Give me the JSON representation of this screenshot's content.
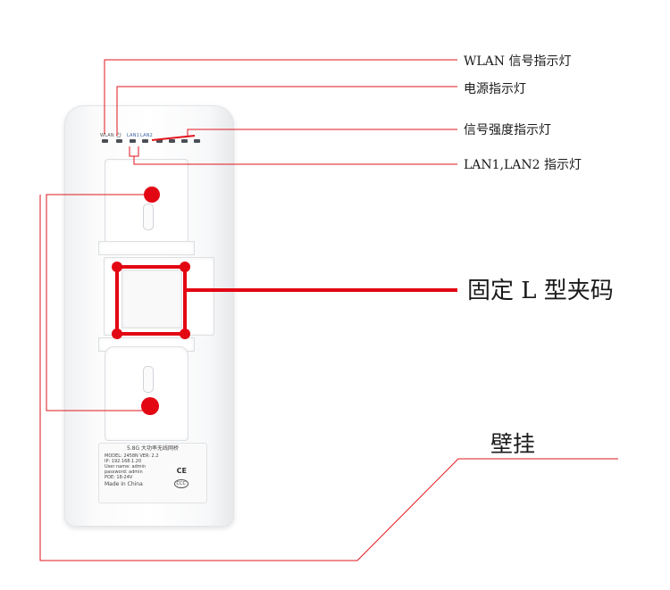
{
  "callouts": {
    "wlan_led": "WLAN 信号指示灯",
    "power_led": "电源指示灯",
    "signal_led": "信号强度指示灯",
    "lan_led": "LAN1,LAN2 指示灯",
    "l_clamp": "固定 L 型夹码",
    "wall_mount": "壁挂"
  },
  "device": {
    "led_labels": [
      "WLAN",
      "⏻",
      "LAN1",
      "LAN2"
    ],
    "plate": {
      "title": "5.8G 大功率无线网桥",
      "lines": [
        "MODEL: 2458N  VER: 2.2",
        "IP: 192.168.1.20",
        "User name: admin",
        "password: admin",
        "POE: 18-24V"
      ],
      "made_in": "Made in China",
      "marks": [
        "CE",
        "CCC"
      ]
    }
  },
  "colors": {
    "line": "#e2141c",
    "dot": "#e30613",
    "device": "#f6f7f8"
  }
}
